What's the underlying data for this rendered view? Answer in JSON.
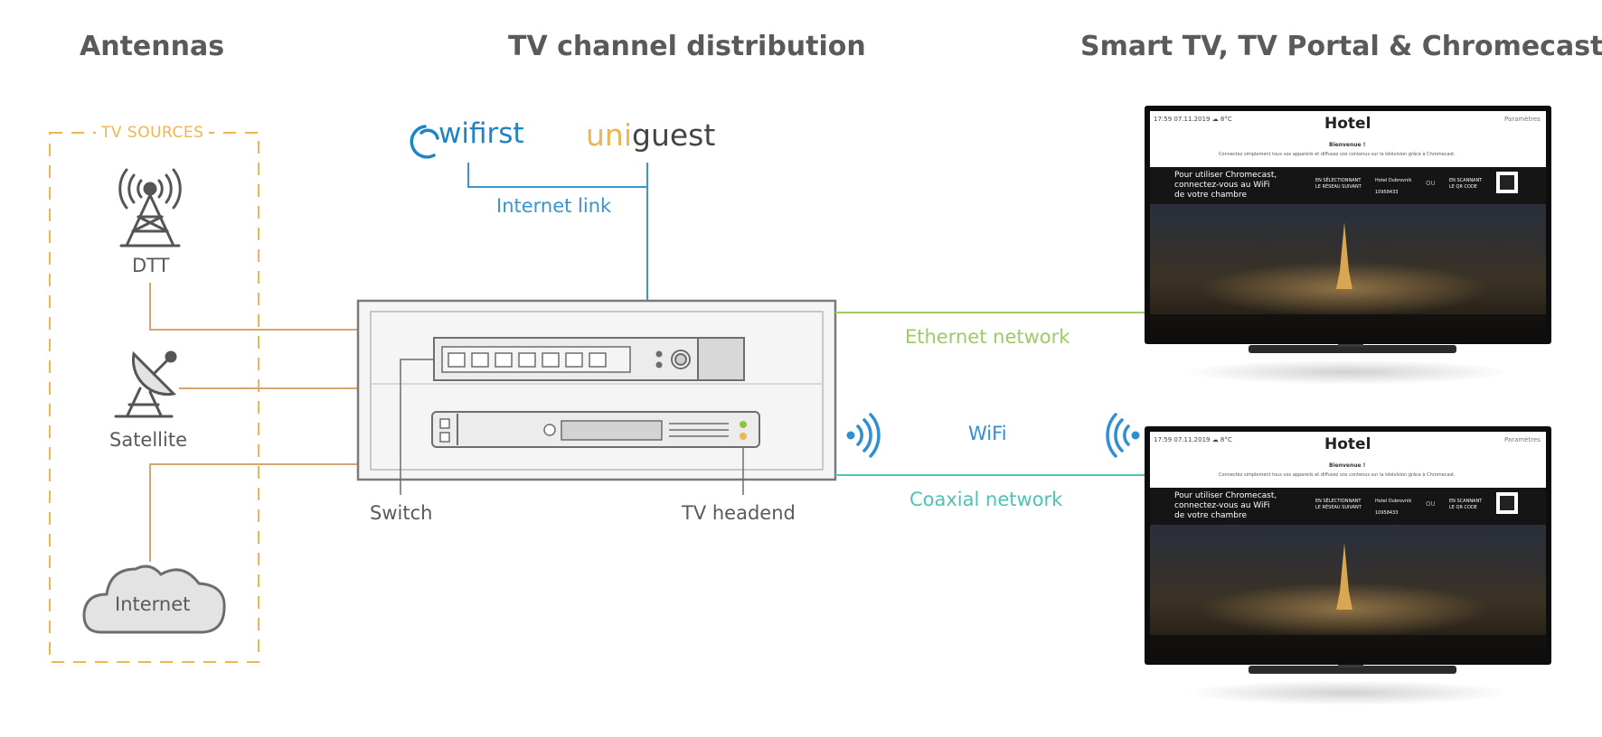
{
  "headers": {
    "antennas": "Antennas",
    "distribution": "TV channel distribution",
    "smart_tv": "Smart TV, TV Portal & Chromecast"
  },
  "sources": {
    "group_label": "TV SOURCES",
    "dtt": "DTT",
    "satellite": "Satellite",
    "internet": "Internet"
  },
  "brands": {
    "wifirst": "wifirst",
    "uniguest_uni": "uni",
    "uniguest_rest": "guest"
  },
  "links": {
    "internet_link": "Internet link",
    "ethernet": "Ethernet network",
    "wifi": "WiFi",
    "coaxial": "Coaxial network"
  },
  "devices": {
    "switch": "Switch",
    "headend": "TV headend"
  },
  "tv_screen": {
    "time": "17:59  07.11.2019  ☁  8°C",
    "logo": "Hotel",
    "settings": "Paramètres",
    "welcome": "Bienvenue !",
    "subtitle": "Connectez simplement tous vos appareils et diffusez vos contenus sur la télévision grâce à Chromecast.",
    "promo_1": "Pour utiliser Chromecast,",
    "promo_2": "connectez-vous au WiFi",
    "promo_3": "de votre chambre",
    "select_1": "EN SÉLECTIONNANT",
    "select_2": "LE RÉSEAU SUIVANT",
    "network": "Hotel Dubrovnik",
    "password": "10958433",
    "or": "OU",
    "scan_1": "EN SCANNANT",
    "scan_2": "LE QR CODE"
  },
  "colors": {
    "antenna_line": "#d7a670",
    "internet_link": "#3a95cf",
    "ethernet": "#9dcb65",
    "coaxial": "#4ec2b5",
    "wifi": "#2f8fd0",
    "tv_sources": "#f0b450",
    "header": "#5a5a5a"
  }
}
